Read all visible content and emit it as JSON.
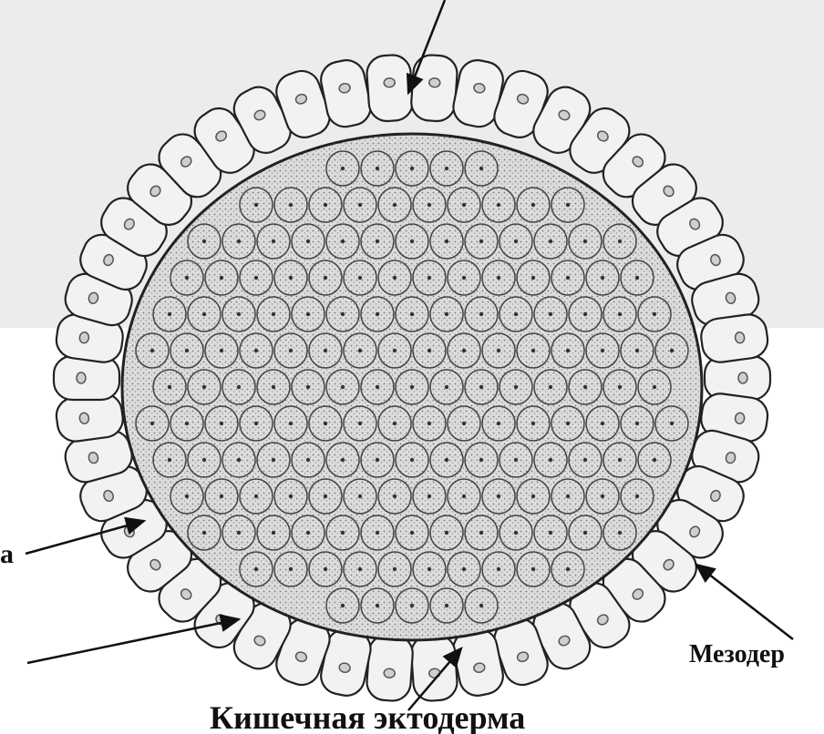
{
  "labels": {
    "left_partial": "а",
    "right": "Мезодер",
    "bottom": "Кишечная эктодерма"
  },
  "colors": {
    "background": "#ffffff",
    "panel": "#ececec",
    "outline": "#222222",
    "cell_fill": "#f2f2f2",
    "inner_fill": "#d9d9d9",
    "text": "#111111"
  }
}
